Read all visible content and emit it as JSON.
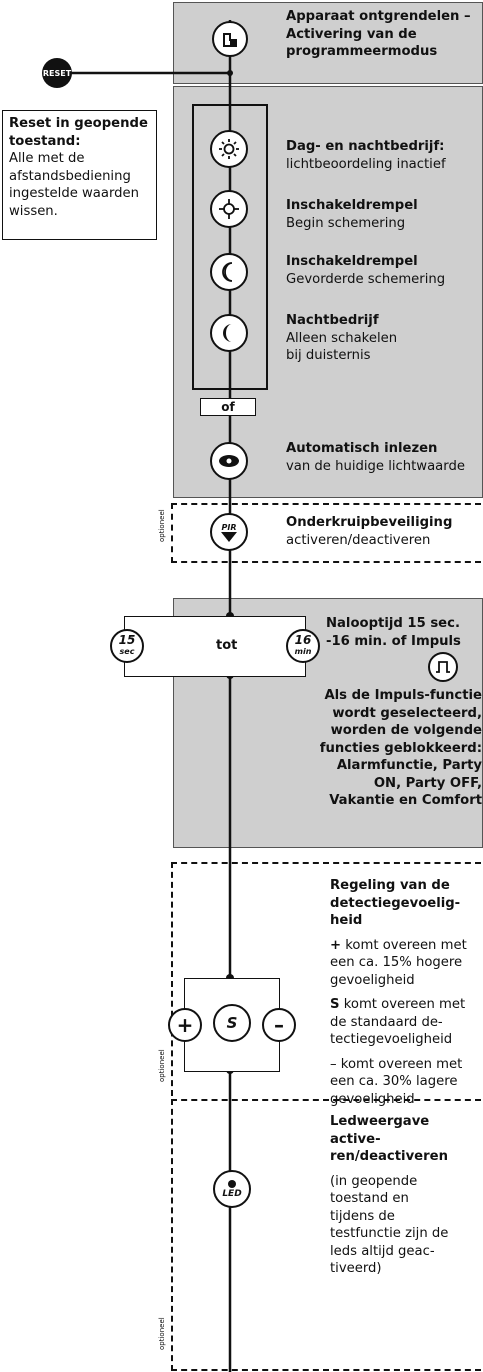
{
  "reset_button": "RESET",
  "reset_note": {
    "title": "Reset in geopende toestand:",
    "body": "Alle met de afstandsbediening ingestelde waarden wissen."
  },
  "unlock": {
    "title": "Apparaat ontgrendelen – Activering van de programmeermodus"
  },
  "light_modes": [
    {
      "title": "Dag- en nachtbedrijf:",
      "desc": "lichtbeoordeling inactief",
      "icon": "sun-icon"
    },
    {
      "title": "Inschakeldrempel",
      "desc": "Begin schemering",
      "icon": "target-icon"
    },
    {
      "title": "Inschakeldrempel",
      "desc": "Gevorderde schemering",
      "icon": "moon-outline-icon"
    },
    {
      "title": "Nachtbedrijf",
      "desc": "Alleen schakelen bij duisternis",
      "icon": "moon-filled-icon"
    }
  ],
  "of_label": "of",
  "auto_read": {
    "title": "Automatisch inlezen",
    "desc": "van de huidige lichtwaarde",
    "icon": "eye-icon"
  },
  "pir": {
    "title": "Onderkruipbeveiliging",
    "desc": "activeren/deactiveren",
    "icon_text": "PIR"
  },
  "optional_label": "optioneel",
  "time": {
    "left_value": "15",
    "left_unit": "sec",
    "middle": "tot",
    "right_value": "16",
    "right_unit": "min",
    "title": "Nalooptijd 15 sec. -16 min. of Impuls",
    "impulse_note": "Als de Impuls-functie wordt geselecteerd, worden de volgende functies geblokkeerd: Alarmfunctie, Party ON, Party OFF, Vakantie en Comfort"
  },
  "sensitivity": {
    "title": "Regeling van de detectiegevoelig-heid",
    "plus_symbol": "+",
    "s_symbol": "S",
    "minus_symbol": "–",
    "plus_desc": "komt overeen met een ca. 15% hogere gevoeligheid",
    "s_desc": "komt overeen met de standaard de-tectiegevoeligheid",
    "minus_desc": "komt overeen met een ca. 30% lagere gevoeligheid"
  },
  "led": {
    "title": "Ledweergave active-ren/deactiveren",
    "desc": "(in geopende toestand en tijdens de testfunctie zijn de leds altijd geac-tiveerd)",
    "icon_text": "LED"
  },
  "colors": {
    "panel_grey": "#cfcfcf",
    "line": "#111111"
  }
}
